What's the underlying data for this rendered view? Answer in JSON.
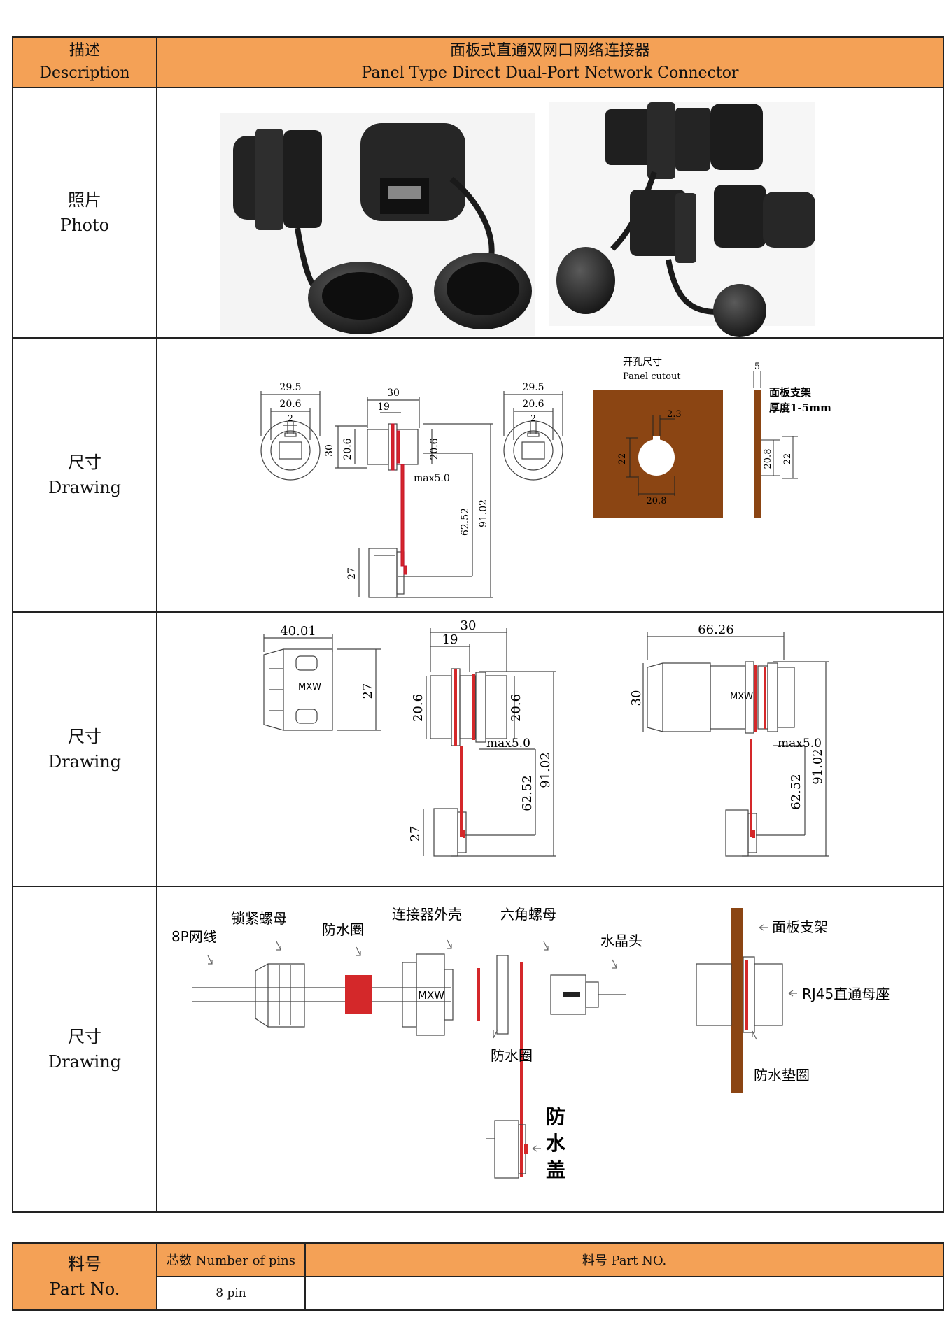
{
  "header": {
    "left_cn": "描述",
    "left_en": "Description",
    "right_cn": "面板式直通双网口网络连接器",
    "right_en": "Panel Type Direct Dual-Port Network Connector"
  },
  "rows": [
    {
      "label_cn": "照片",
      "label_en": "Photo"
    },
    {
      "label_cn": "尺寸",
      "label_en": "Drawing"
    },
    {
      "label_cn": "尺寸",
      "label_en": "Drawing"
    },
    {
      "label_cn": "尺寸",
      "label_en": "Drawing"
    }
  ],
  "drawing1": {
    "front_outer": "29.5",
    "front_inner": "20.6",
    "front_key": "2",
    "side_top": "30",
    "side_sub": "19",
    "side_height": "30",
    "thread_left": "20.6",
    "thread_right": "20.6",
    "max_panel": "max5.0",
    "cap_offset": "62.52",
    "total_length": "91.02",
    "cap_height": "27",
    "front2_outer": "29.5",
    "front2_inner": "20.6",
    "front2_key": "2",
    "cutout_cn": "开孔尺寸",
    "cutout_en": "Panel cutout",
    "cutout_key": "2.3",
    "cutout_h": "22",
    "cutout_w": "20.8",
    "bracket_thk": "5",
    "bracket_cn1": "面板支架",
    "bracket_cn2": "厚度1-5mm",
    "bracket_h1": "20.8",
    "bracket_h2": "22"
  },
  "drawing2": {
    "nut_width": "40.01",
    "nut_height": "27",
    "nut_logo": "MXW",
    "mid_top": "30",
    "mid_sub": "19",
    "mid_thread_l": "20.6",
    "mid_thread_r": "20.6",
    "mid_max": "max5.0",
    "mid_offset": "62.52",
    "mid_total": "91.02",
    "mid_cap": "27",
    "asm_width": "66.26",
    "asm_height": "30",
    "asm_logo": "MXW",
    "asm_max": "max5.0",
    "asm_offset": "62.52",
    "asm_total": "91.02"
  },
  "drawing3": {
    "cable": "8P网线",
    "lock_nut": "锁紧螺母",
    "seal_ring": "防水圈",
    "housing": "连接器外壳",
    "hex_nut": "六角螺母",
    "plug": "水晶头",
    "seal_ring2": "防水圈",
    "panel_bracket": "面板支架",
    "jack": "RJ45直通母座",
    "gasket": "防水垫圈",
    "cap_1": "防",
    "cap_2": "水",
    "cap_3": "盖",
    "logo": "MXW"
  },
  "partno": {
    "label_cn": "料号",
    "label_en": "Part No.",
    "pins_header": "芯数 Number of pins",
    "part_header": "料号 Part NO.",
    "pins_value": "8 pin",
    "part_value": ""
  },
  "colors": {
    "header_bg": "#f4a156",
    "panel_brown": "#8b4513",
    "seal_red": "#d4282a",
    "dim_red": "#c8102e"
  }
}
